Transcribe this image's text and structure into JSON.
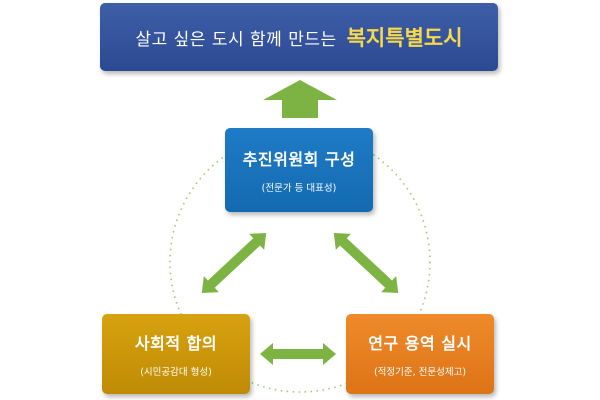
{
  "goal": {
    "text": "살고 싶은 도시 함께 만드는",
    "highlight": "복지특별도시",
    "color": "#2f4f99",
    "highlight_color": "#f7d94a"
  },
  "nodes": {
    "committee": {
      "title": "추진위원회 구성",
      "subtitle": "(전문가 등 대표성)",
      "color": "#1a74bd"
    },
    "consensus": {
      "title": "사회적 합의",
      "subtitle": "(시민공감대 형성)",
      "color": "#cb950a"
    },
    "research": {
      "title": "연구 용역 실시",
      "subtitle": "(적정기준, 전문성제고)",
      "color": "#e67d1f"
    }
  },
  "arrow_color": "#7cb342",
  "cycle_color": "#9ccc65"
}
